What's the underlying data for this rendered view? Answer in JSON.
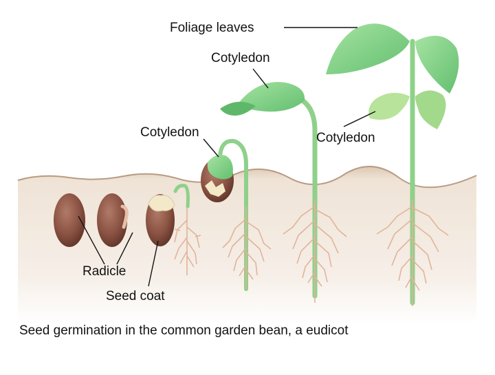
{
  "labels": {
    "foliage_leaves": "Foliage leaves",
    "cotyledon_top": "Cotyledon",
    "cotyledon_left": "Cotyledon",
    "cotyledon_right": "Cotyledon",
    "radicle": "Radicle",
    "seed_coat": "Seed coat"
  },
  "caption": "Seed germination in the common garden bean, a eudicot",
  "colors": {
    "soil": "#efe5da",
    "soil_line": "#b89b84",
    "seed": "#8a5242",
    "stem": "#8fd08a",
    "leaf": "#7ccf83",
    "root": "#e2b39a"
  }
}
